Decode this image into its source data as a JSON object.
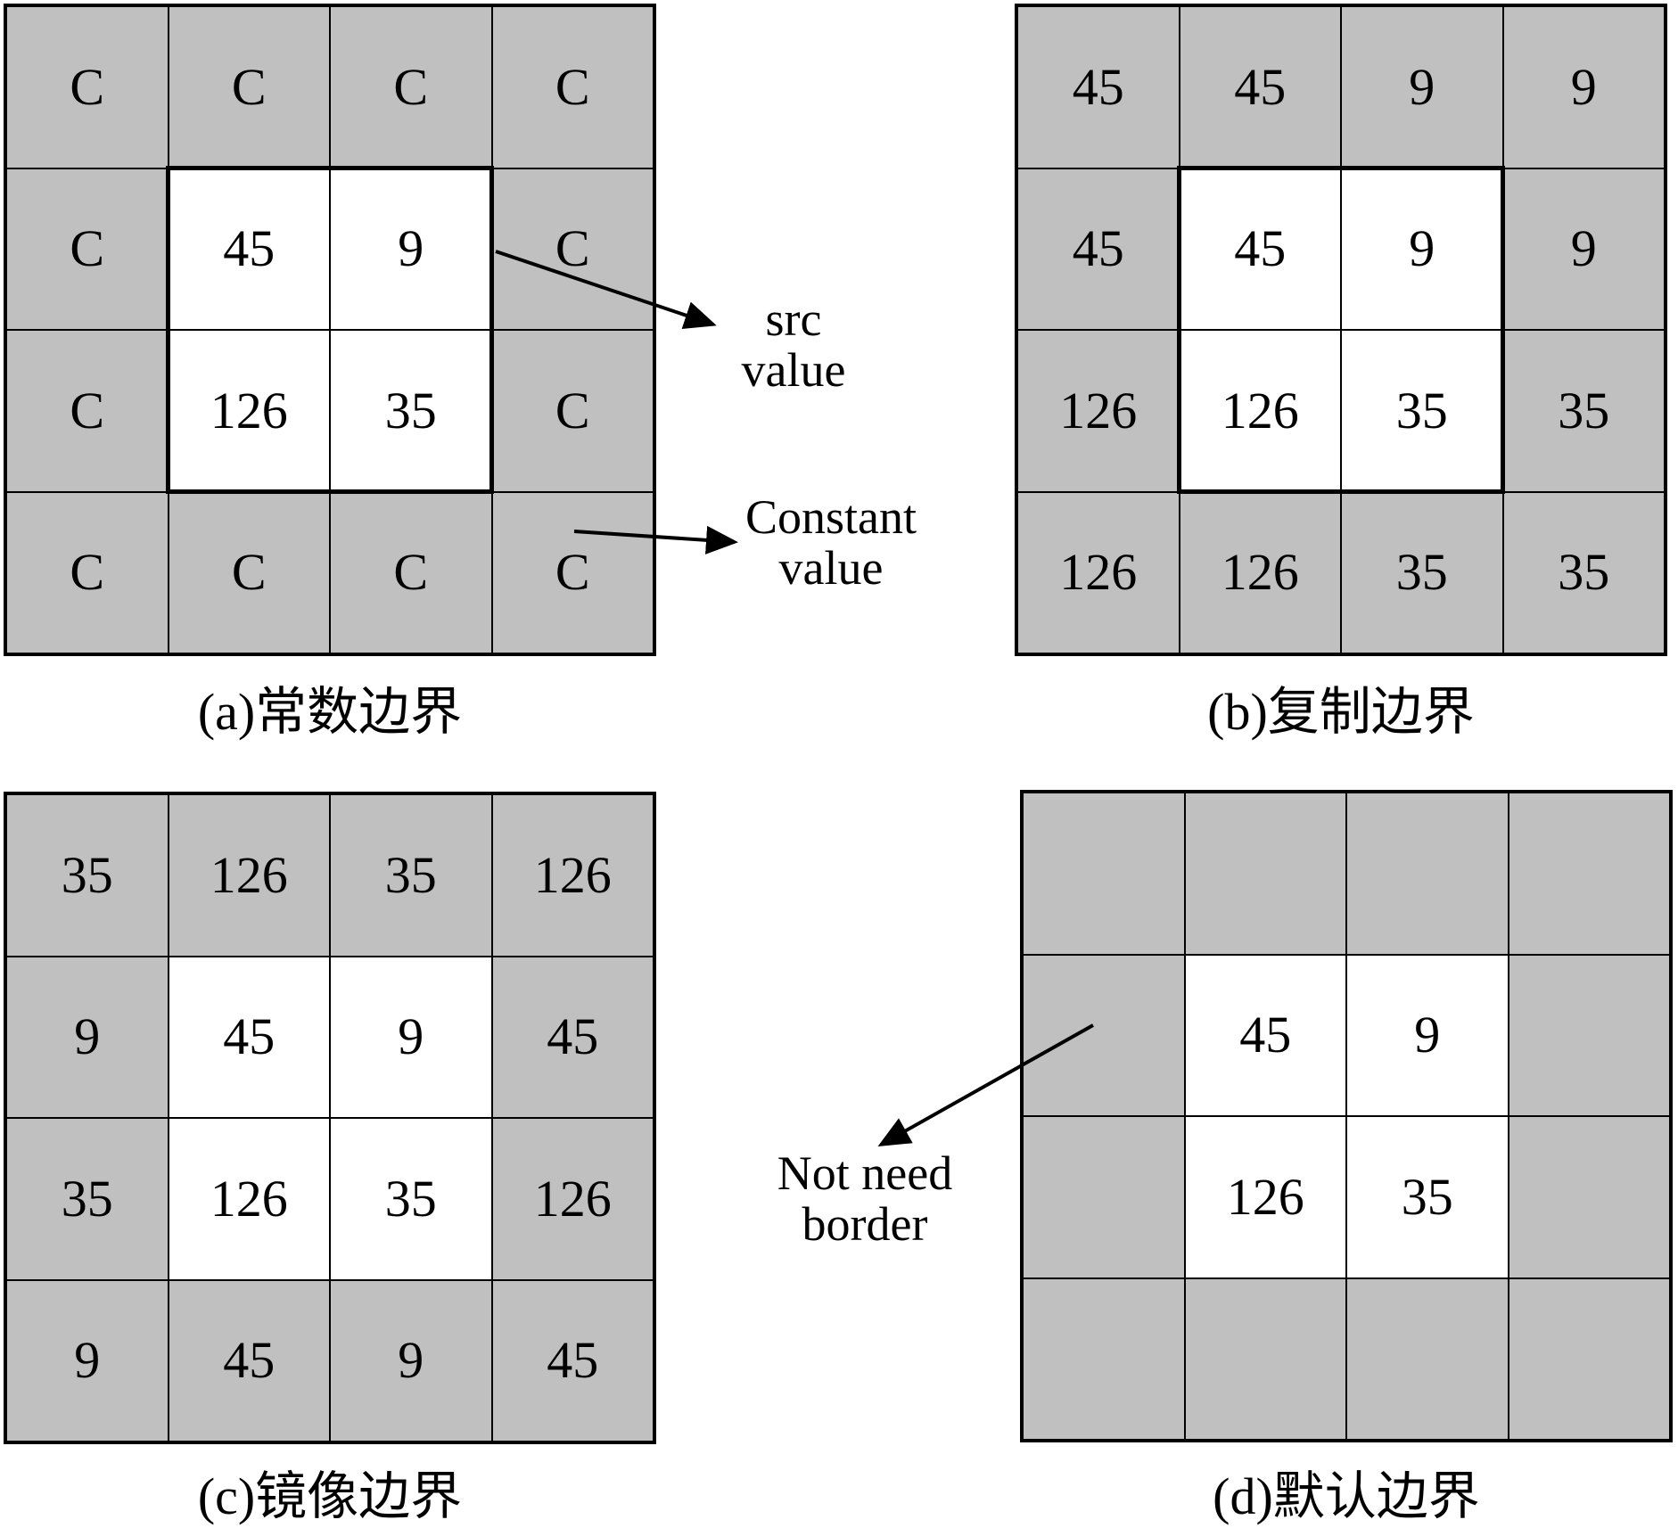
{
  "panels": {
    "a": {
      "caption": "(a)常数边界",
      "cells": [
        [
          "C",
          "C",
          "C",
          "C"
        ],
        [
          "C",
          "45",
          "9",
          "C"
        ],
        [
          "C",
          "126",
          "35",
          "C"
        ],
        [
          "C",
          "C",
          "C",
          "C"
        ]
      ]
    },
    "b": {
      "caption": "(b)复制边界",
      "cells": [
        [
          "45",
          "45",
          "9",
          "9"
        ],
        [
          "45",
          "45",
          "9",
          "9"
        ],
        [
          "126",
          "126",
          "35",
          "35"
        ],
        [
          "126",
          "126",
          "35",
          "35"
        ]
      ]
    },
    "c": {
      "caption": "(c)镜像边界",
      "cells": [
        [
          "35",
          "126",
          "35",
          "126"
        ],
        [
          "9",
          "45",
          "9",
          "45"
        ],
        [
          "35",
          "126",
          "35",
          "126"
        ],
        [
          "9",
          "45",
          "9",
          "45"
        ]
      ]
    },
    "d": {
      "caption": "(d)默认边界",
      "cells": [
        [
          "",
          "",
          "",
          ""
        ],
        [
          "",
          "45",
          "9",
          ""
        ],
        [
          "",
          "126",
          "35",
          ""
        ],
        [
          "",
          "",
          "",
          ""
        ]
      ]
    }
  },
  "annotations": {
    "src_value": {
      "line1": "src",
      "line2": "value"
    },
    "constant_value": {
      "line1": "Constant",
      "line2": "value"
    },
    "not_need_border": {
      "line1": "Not need",
      "line2": "border"
    }
  },
  "colors": {
    "border_cell": "#c0c0c0",
    "inner_cell": "#ffffff",
    "line": "#000000"
  }
}
